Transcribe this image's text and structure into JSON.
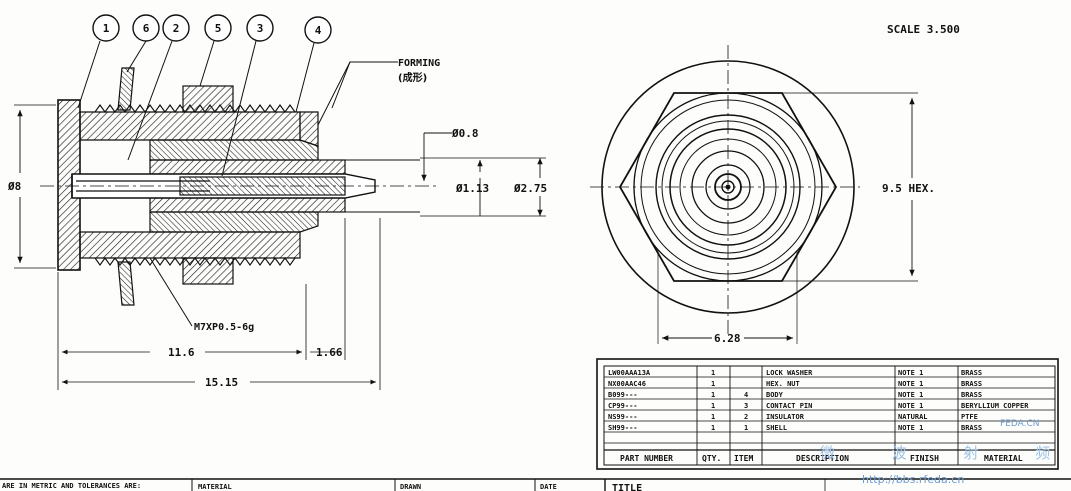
{
  "scale_label": "SCALE  3.500",
  "balloons": [
    "1",
    "6",
    "2",
    "5",
    "3",
    "4"
  ],
  "side_view": {
    "forming_label": "FORMING",
    "forming_cjk": "(成形)",
    "thread_label": "M7XP0.5-6g",
    "dims": {
      "outer_dia": "Ø8",
      "pin_dia": "Ø0.8",
      "dia_113": "Ø1.13",
      "dia_275": "Ø2.75",
      "len_116": "11.6",
      "len_166": "1.66",
      "len_1515": "15.15"
    }
  },
  "end_view": {
    "hex_label": "9.5 HEX.",
    "width_label": "6.28"
  },
  "parts_table": {
    "headers": [
      "PART NUMBER",
      "QTY.",
      "ITEM",
      "DESCRIPTION",
      "FINISH",
      "MATERIAL"
    ],
    "rows": [
      {
        "part": "LW00AAA13A",
        "qty": "1",
        "item": "",
        "desc": "LOCK WASHER",
        "finish": "NOTE 1",
        "material": "BRASS"
      },
      {
        "part": "NX00AAC46",
        "qty": "1",
        "item": "",
        "desc": "HEX. NUT",
        "finish": "NOTE 1",
        "material": "BRASS"
      },
      {
        "part": "B099---",
        "qty": "1",
        "item": "4",
        "desc": "BODY",
        "finish": "NOTE 1",
        "material": "BRASS"
      },
      {
        "part": "CP99---",
        "qty": "1",
        "item": "3",
        "desc": "CONTACT PIN",
        "finish": "NOTE 1",
        "material": "BERYLLIUM COPPER"
      },
      {
        "part": "NS99---",
        "qty": "1",
        "item": "2",
        "desc": "INSULATOR",
        "finish": "NATURAL",
        "material": "PTFE"
      },
      {
        "part": "SH99---",
        "qty": "1",
        "item": "1",
        "desc": "SHELL",
        "finish": "NOTE 1",
        "material": "BRASS"
      }
    ]
  },
  "title_block": {
    "note": "ARE IN METRIC AND TOLERANCES ARE:",
    "material": "MATERIAL",
    "drawn": "DRAWN",
    "date": "DATE",
    "title": "TITLE"
  },
  "watermark": {
    "url": "http://bbs.rfeda.cn",
    "cjk": "微 波 射 频",
    "site": "FEDA.CN"
  }
}
